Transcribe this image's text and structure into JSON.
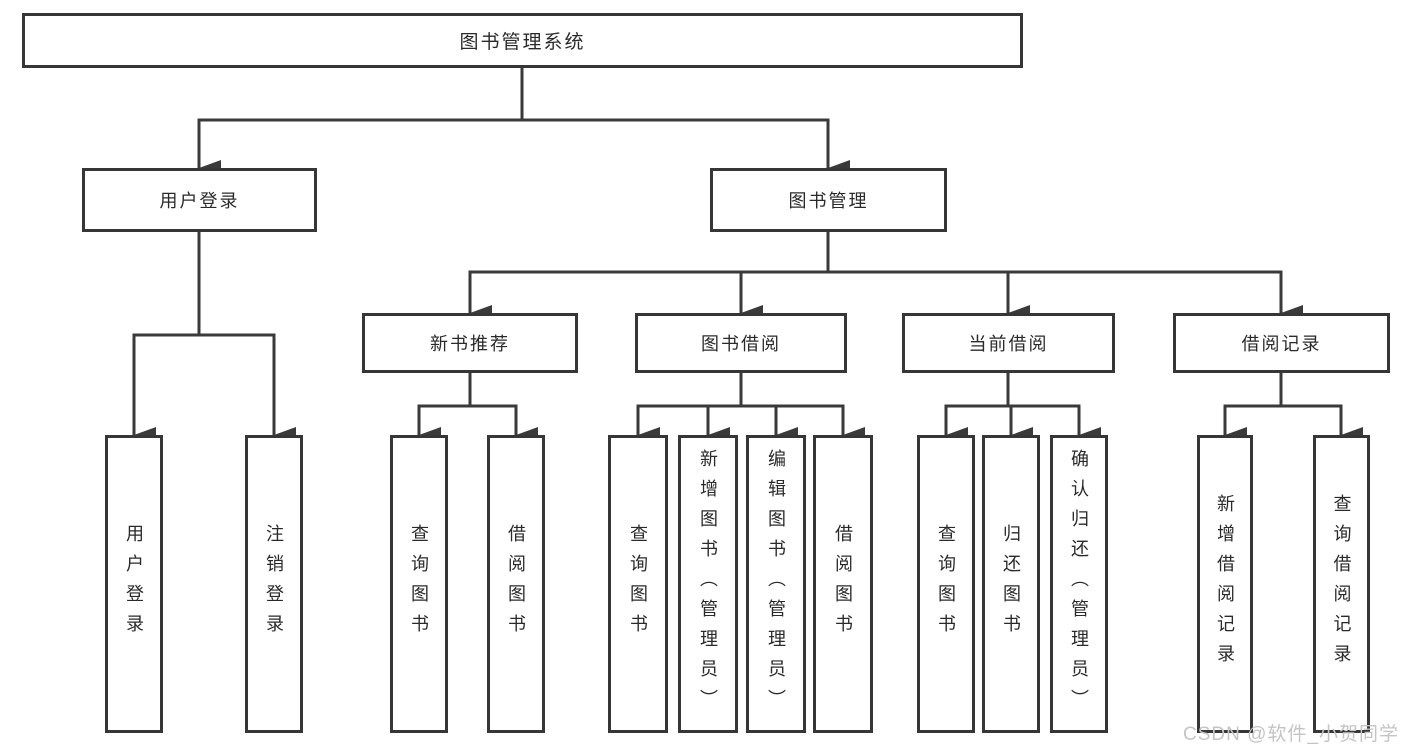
{
  "diagram": {
    "root": {
      "label": "图书管理系统"
    },
    "level2": [
      {
        "label": "用户登录"
      },
      {
        "label": "图书管理"
      }
    ],
    "level3": [
      {
        "label": "新书推荐"
      },
      {
        "label": "图书借阅"
      },
      {
        "label": "当前借阅"
      },
      {
        "label": "借阅记录"
      }
    ],
    "leaves": {
      "user_login": [
        {
          "label": "用户登录"
        },
        {
          "label": "注销登录"
        }
      ],
      "new_book": [
        {
          "label": "查询图书"
        },
        {
          "label": "借阅图书"
        }
      ],
      "book_borrow": [
        {
          "label": "查询图书"
        },
        {
          "label": "新增图书（管理员）"
        },
        {
          "label": "编辑图书（管理员）"
        },
        {
          "label": "借阅图书"
        }
      ],
      "current_borrow": [
        {
          "label": "查询图书"
        },
        {
          "label": "归还图书"
        },
        {
          "label": "确认归还（管理员）"
        }
      ],
      "borrow_records": [
        {
          "label": "新增借阅记录"
        },
        {
          "label": "查询借阅记录"
        }
      ]
    },
    "watermark": "CSDN @软件_小贺同学",
    "colors": {
      "line": "#3a3a3a",
      "box_border": "#363636",
      "text": "#2a2a2a",
      "watermark": "#c4c4c4",
      "background": "#ffffff"
    }
  }
}
